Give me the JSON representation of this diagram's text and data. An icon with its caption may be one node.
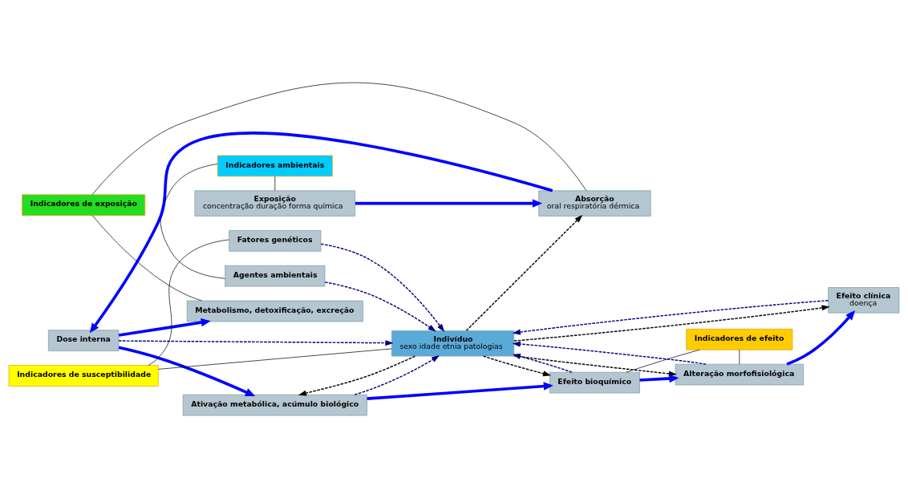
{
  "diagram": {
    "nodes": [
      {
        "text": [
          "Indicadores de exposição"
        ]
      },
      {
        "text": [
          "Indicadores ambientais"
        ]
      },
      {
        "text": [
          "Exposição",
          "concentração duração forma química"
        ]
      },
      {
        "text": [
          "Absorção",
          "oral respiratória dérmica"
        ]
      },
      {
        "text": [
          "Dose interna"
        ]
      },
      {
        "text": [
          "Metabolismo, detoxificação, excreção"
        ]
      },
      {
        "text": [
          "Ativação metabólica, acúmulo biológico"
        ]
      },
      {
        "text": [
          "Agentes ambientais"
        ]
      },
      {
        "text": [
          "Indivíduo",
          "sexo idade etnia patologias"
        ]
      },
      {
        "text": [
          "Efeito bioquímico"
        ]
      },
      {
        "text": [
          "Indicadores de efeito"
        ]
      },
      {
        "text": [
          "Fatores genéticos"
        ]
      },
      {
        "text": [
          "Alteração morfofisiológica"
        ]
      },
      {
        "text": [
          "Efeito clínica",
          "doença"
        ]
      },
      {
        "text": [
          "Indicadores de susceptibilidade"
        ]
      }
    ],
    "edges": [
      {
        "from": 2,
        "to": 3,
        "arrow": "to",
        "style": "thick",
        "color": "#0000ff"
      },
      {
        "from": 3,
        "to": 4,
        "arrow": "to",
        "style": "thick",
        "color": "#0000ff"
      },
      {
        "from": 4,
        "to": 5,
        "arrow": "to",
        "style": "thick",
        "color": "#0000ff"
      },
      {
        "from": 4,
        "to": 6,
        "arrow": "to",
        "style": "thick",
        "color": "#0000ff"
      },
      {
        "from": 6,
        "to": 9,
        "arrow": "to",
        "style": "thick",
        "color": "#0000ff"
      },
      {
        "from": 9,
        "to": 12,
        "arrow": "to",
        "style": "thick",
        "color": "#0000ff"
      },
      {
        "from": 12,
        "to": 13,
        "arrow": "to",
        "style": "thick",
        "color": "#0000ff"
      },
      {
        "from": 7,
        "to": 8,
        "arrow": "to",
        "style": "dashed",
        "color": "#000080"
      },
      {
        "from": 11,
        "to": 8,
        "arrow": "to",
        "style": "dashed",
        "color": "#000080"
      },
      {
        "from": 4,
        "to": 8,
        "arrow": "to",
        "style": "dashed",
        "color": "#000080"
      },
      {
        "from": 6,
        "to": 8,
        "arrow": "to",
        "style": "dashed",
        "color": "#000080"
      },
      {
        "from": 9,
        "to": 8,
        "arrow": "to",
        "style": "dashed",
        "color": "#000080"
      },
      {
        "from": 12,
        "to": 8,
        "arrow": "to",
        "style": "dashed",
        "color": "#000080"
      },
      {
        "from": 13,
        "to": 8,
        "arrow": "to",
        "style": "dashed",
        "color": "#000080"
      },
      {
        "from": 8,
        "to": 3,
        "arrow": "to",
        "style": "dashed",
        "color": "#000000"
      },
      {
        "from": 8,
        "to": 6,
        "arrow": "to",
        "style": "dashed",
        "color": "#000000"
      },
      {
        "from": 8,
        "to": 9,
        "arrow": "to",
        "style": "dashed",
        "color": "#000000"
      },
      {
        "from": 8,
        "to": 12,
        "arrow": "to",
        "style": "dashed",
        "color": "#000000"
      },
      {
        "from": 8,
        "to": 13,
        "arrow": "to",
        "style": "dashed",
        "color": "#000000"
      },
      {
        "from": 0,
        "to": 3,
        "arrow": "none"
      },
      {
        "from": 0,
        "to": 5,
        "arrow": "none"
      },
      {
        "from": 1,
        "to": 2,
        "arrow": "none"
      },
      {
        "from": 1,
        "to": 7,
        "arrow": "none"
      },
      {
        "from": 10,
        "to": 9,
        "arrow": "none"
      },
      {
        "from": 10,
        "to": 12,
        "arrow": "none"
      },
      {
        "from": 14,
        "to": 11,
        "arrow": "none"
      },
      {
        "from": 14,
        "to": 8,
        "arrow": "none"
      }
    ]
  }
}
